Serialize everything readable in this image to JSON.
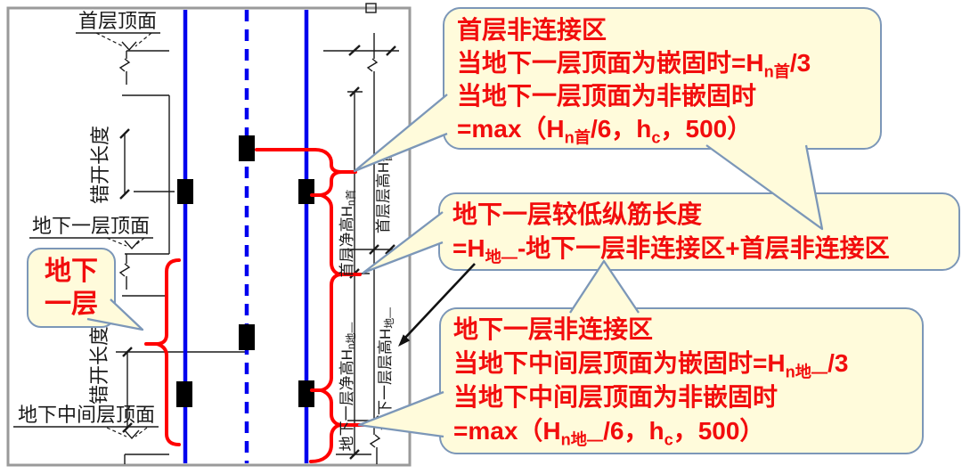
{
  "colors": {
    "callout_fill": "#FFFBDB",
    "callout_border": "#7C97B8",
    "text_red": "#F20D0D",
    "brace_red": "#FF0000",
    "rebar_blue": "#0000EE",
    "line_black": "#1A1A1A",
    "panel_border": "#9A9A9A",
    "page_bg": "#FFFFFF"
  },
  "diagram": {
    "labels": {
      "first_floor_top": "首层顶面",
      "basement1_top": "地下一层顶面",
      "basement_mid_top": "地下中间层顶面",
      "stagger_upper": "错开长度",
      "stagger_lower": "错开长度",
      "first_clear_height": "首层净高H_{n首}",
      "first_storey_height": "首层层高H_{首}",
      "b1_clear_height": "地下一层净高H_{n地—}",
      "b1_storey_height": "地下一层层高H_{地—}"
    }
  },
  "bubble": {
    "lines": [
      "地下",
      "一层"
    ]
  },
  "callouts": {
    "first_floor_nonconnect": {
      "lines": [
        "首层非连接区",
        "当地下一层顶面为嵌固时=H_{n首}/3",
        "当地下一层顶面为非嵌固时",
        "=max（H_{n首}/6，h_{c}，500）"
      ]
    },
    "lower_bar_length": {
      "lines": [
        "地下一层较低纵筋长度",
        "=H_{地—}-地下一层非连接区+首层非连接区"
      ]
    },
    "basement_nonconnect": {
      "lines": [
        "地下一层非连接区",
        "当地下中间层顶面为嵌固时=H_{n地—}/3",
        "当地下中间层顶面为非嵌固时",
        "=max（H_{n地—}/6，h_{c}，500）"
      ]
    }
  }
}
